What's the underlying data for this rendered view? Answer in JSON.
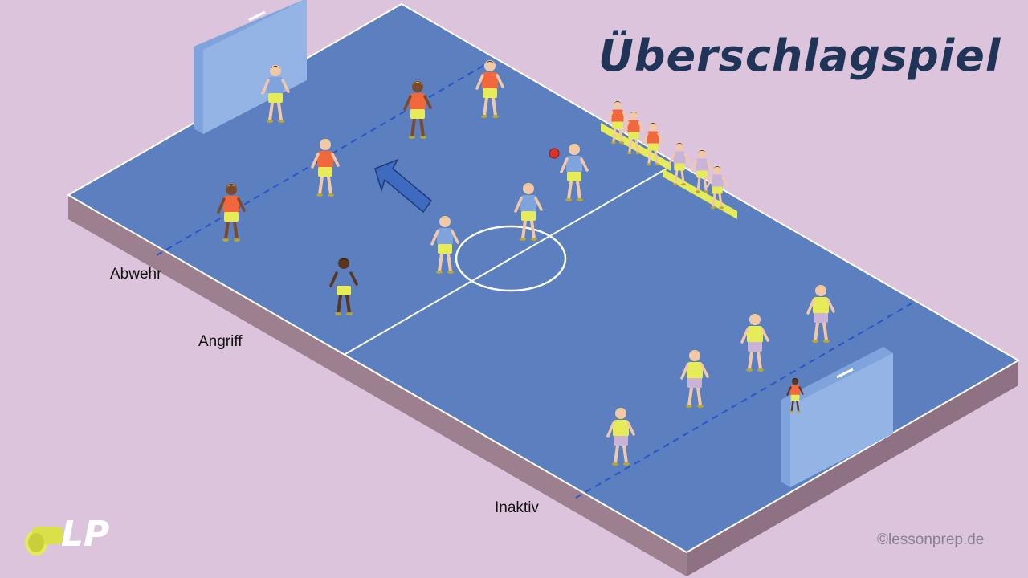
{
  "title": "Überschlagspiel",
  "labels": {
    "defense": "Abwehr",
    "attack": "Angriff",
    "inactive": "Inaktiv"
  },
  "copyright": "©lessonprep.de",
  "logo": {
    "text": "LP",
    "icon": "whistle-icon"
  },
  "colors": {
    "background": "#dcc5dc",
    "court": "#5b7fbf",
    "court_side": "#9c8090",
    "title": "#1f3457",
    "team_orange": "#f0683c",
    "team_yellow": "#e6ec58",
    "goal": "#8fb0e0",
    "arrow": "#3e6ac0"
  }
}
